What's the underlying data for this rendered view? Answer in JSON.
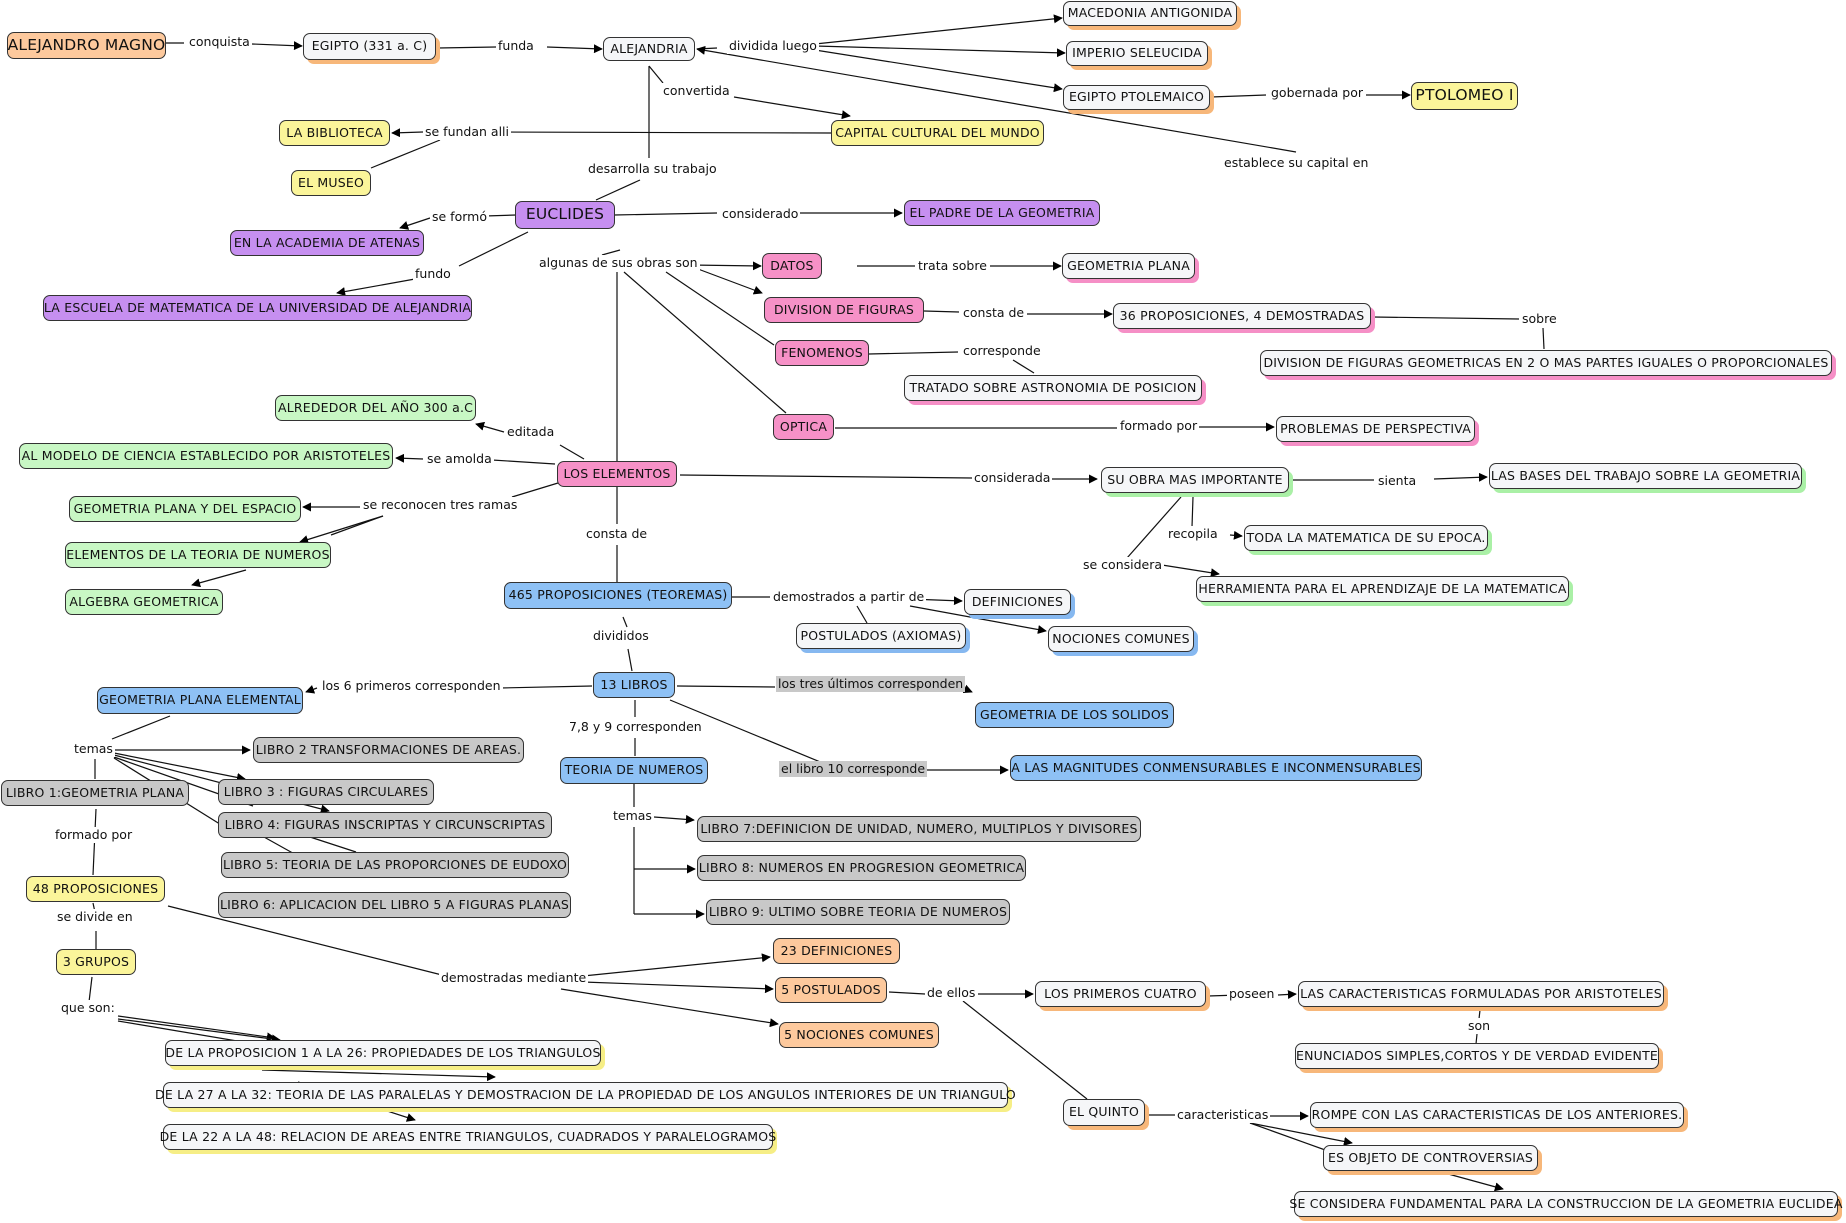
{
  "nodes": {
    "alejandro": "ALEJANDRO MAGNO",
    "egipto": "EGIPTO (331 a. C)",
    "alejandria": "ALEJANDRIA",
    "macedonia": "MACEDONIA ANTIGONIDA",
    "imperio": "IMPERIO SELEUCIDA",
    "egipto_ptol": "EGIPTO PTOLEMAICO",
    "ptolomeo": "PTOLOMEO I",
    "capital": "CAPITAL CULTURAL DEL MUNDO",
    "biblioteca": "LA BIBLIOTECA",
    "museo": "EL MUSEO",
    "euclides": "EUCLIDES",
    "padre": "EL PADRE DE LA GEOMETRIA",
    "academia": "EN LA ACADEMIA DE ATENAS",
    "escuela": "LA ESCUELA DE MATEMATICA DE LA UNIVERSIDAD DE ALEJANDRIA",
    "datos": "DATOS",
    "geo_plana": "GEOMETRIA PLANA",
    "division": "DIVISION DE FIGURAS",
    "prop36": "36 PROPOSICIONES, 4 DEMOSTRADAS",
    "division_desc": "DIVISION DE FIGURAS GEOMETRICAS EN 2 O MAS PARTES  IGUALES O PROPORCIONALES",
    "fenomenos": "FENOMENOS",
    "tratado": "TRATADO SOBRE ASTRONOMIA DE POSICION",
    "optica": "OPTICA",
    "perspectiva": "PROBLEMAS DE PERSPECTIVA",
    "anio300": "ALREDEDOR DEL AÑO 300 a.C",
    "modelo": "AL MODELO DE CIENCIA ESTABLECIDO POR ARISTOTELES",
    "elementos": "LOS ELEMENTOS",
    "geo_plana_espacio": "GEOMETRIA PLANA Y DEL ESPACIO",
    "teoria_num": "ELEMENTOS DE LA TEORIA DE NUMEROS",
    "algebra": "ALGEBRA GEOMETRICA",
    "obra_importante": "SU OBRA MAS IMPORTANTE",
    "bases": "LAS BASES DEL TRABAJO SOBRE LA GEOMETRIA",
    "toda_mat": "TODA LA MATEMATICA DE SU EPOCA.",
    "herramienta": "HERRAMIENTA PARA EL APRENDIZAJE DE LA MATEMATICA",
    "prop465": "465 PROPOSICIONES (TEOREMAS)",
    "definiciones": "DEFINICIONES",
    "postulados": "POSTULADOS (AXIOMAS)",
    "nociones": "NOCIONES COMUNES",
    "libros13": "13 LIBROS",
    "geo_plana_elem": "GEOMETRIA PLANA ELEMENTAL",
    "geo_solidos": "GEOMETRIA DE LOS SOLIDOS",
    "teoria_numeros": "TEORIA DE NUMEROS",
    "magnitudes": "A LAS MAGNITUDES CONMENSURABLES E  INCONMENSURABLES",
    "libro2": "LIBRO 2 TRANSFORMACIONES DE AREAS.",
    "libro1": "LIBRO 1:GEOMETRIA PLANA",
    "libro3": "LIBRO 3 : FIGURAS CIRCULARES",
    "libro4": "LIBRO 4: FIGURAS INSCRIPTAS Y CIRCUNSCRIPTAS",
    "libro5": "LIBRO 5: TEORIA DE LAS PROPORCIONES DE EUDOXO",
    "libro6": "LIBRO 6: APLICACION DEL LIBRO 5 A FIGURAS PLANAS",
    "libro7": "LIBRO 7:DEFINICION DE UNIDAD, NUMERO, MULTIPLOS Y DIVISORES",
    "libro8": "LIBRO 8: NUMEROS EN PROGRESION GEOMETRICA",
    "libro9": "LIBRO 9: ULTIMO SOBRE TEORIA DE NUMEROS",
    "prop48": "48 PROPOSICIONES",
    "grupos3": "3 GRUPOS",
    "def23": "23 DEFINICIONES",
    "post5": "5 POSTULADOS",
    "noc5": "5 NOCIONES COMUNES",
    "primeros4": "LOS PRIMEROS CUATRO",
    "caract_arist": "LAS CARACTERISTICAS FORMULADAS POR ARISTOTELES",
    "enunciados": "ENUNCIADOS SIMPLES,CORTOS Y DE VERDAD EVIDENTE",
    "quinto": "EL QUINTO",
    "rompe": "ROMPE CON LAS CARACTERISTICAS DE LOS ANTERIORES.",
    "controversias": "ES OBJETO DE CONTROVERSIAS",
    "fundamental": "SE CONSIDERA FUNDAMENTAL PARA LA CONSTRUCCION DE LA GEOMETRIA EUCLIDEA",
    "grupo1": "DE LA PROPOSICION 1 A LA 26: PROPIEDADES DE LOS TRIANGULOS",
    "grupo2": "DE LA 27 A LA 32: TEORIA DE LAS PARALELAS Y DEMOSTRACION DE LA PROPIEDAD DE LOS ANGULOS INTERIORES DE UN TRIANGULO",
    "grupo3": "DE LA 22 A LA 48: RELACION DE AREAS ENTRE TRIANGULOS, CUADRADOS Y PARALELOGRAMOS"
  },
  "labels": {
    "conquista": "conquista",
    "funda": "funda",
    "dividida": "dividida luego",
    "convertida": "convertida",
    "gobernada": "gobernada por",
    "establece": "establece su capital en",
    "se_fundan": "se fundan alli",
    "desarrolla": "desarrolla su trabajo",
    "se_formo": "se formó",
    "considerado": "considerado",
    "fundo": "fundo",
    "obras": "algunas de sus obras son",
    "trata": "trata sobre",
    "consta_de_1": "consta de",
    "sobre": "sobre",
    "corresponde": "corresponde",
    "formado_por_1": "formado por",
    "editada": "editada",
    "se_amolda": "se amolda",
    "ramas": "se reconocen tres ramas",
    "considerada": "considerada",
    "sienta": "sienta",
    "recopila": "recopila",
    "se_considera": "se considera",
    "consta_de_2": "consta de",
    "demostrados": "demostrados a partir de",
    "divididos": "divididos",
    "seis_primeros": "los 6 primeros corresponden",
    "tres_ultimos": "los tres últimos corresponden",
    "siete_ocho_nueve": "7,8 y 9 corresponden",
    "libro10": "el libro 10 corresponde",
    "temas_1": "temas",
    "temas_2": "temas",
    "formado_por_2": "formado por",
    "se_divide": "se divide en",
    "que_son": "que son:",
    "demostradas": "demostradas mediante",
    "de_ellos": "de ellos",
    "poseen": "poseen",
    "son": "son",
    "caracteristicas": "caracteristicas"
  }
}
